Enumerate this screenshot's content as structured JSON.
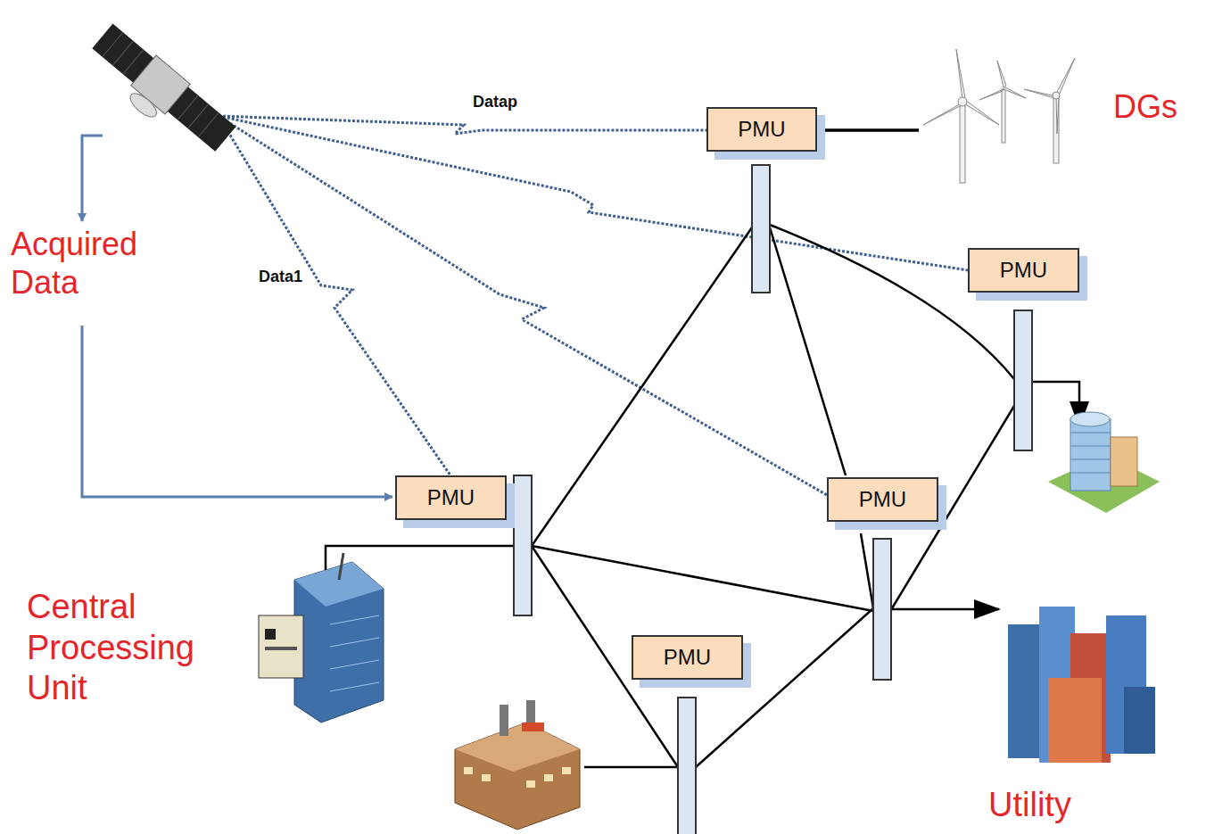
{
  "diagram": {
    "nodes": [
      {
        "text": [
          "PMU"
        ]
      },
      {
        "text": [
          "PMU"
        ]
      },
      {
        "text": [
          "PMU"
        ]
      },
      {
        "text": [
          "PMU"
        ]
      },
      {
        "text": [
          "PMU"
        ]
      }
    ],
    "labels": [
      "DGs",
      "Acquired Data",
      "Data1",
      "Datap",
      "Central Processing Unit",
      "Utility"
    ]
  }
}
